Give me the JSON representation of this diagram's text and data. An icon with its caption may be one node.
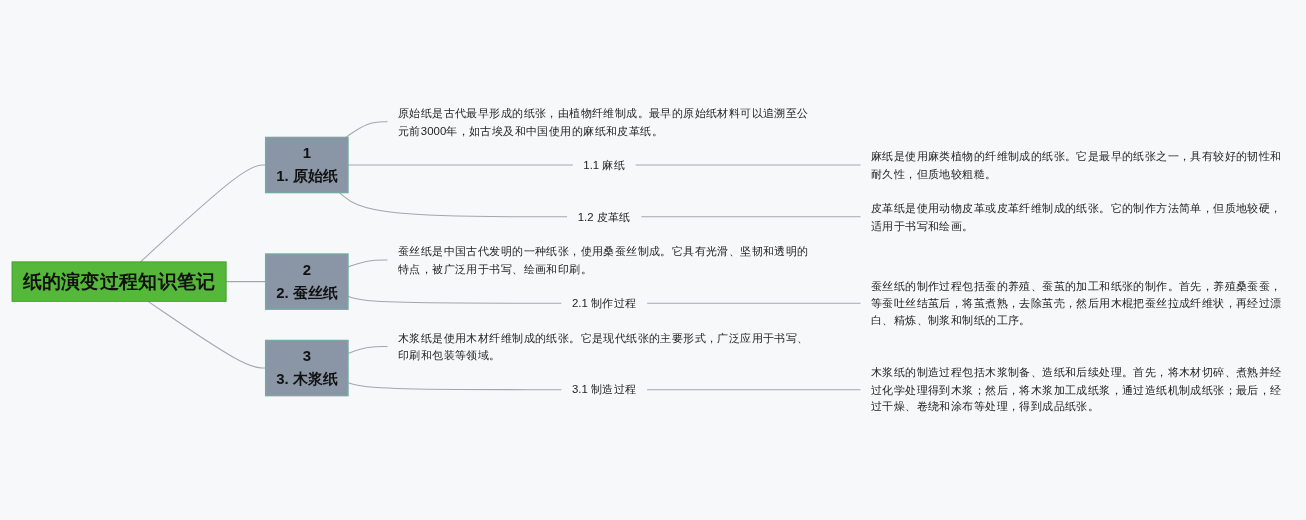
{
  "diagram": {
    "nodes": [
      {
        "text": [
          "纸的演变过程知识笔记"
        ]
      },
      {
        "text": [
          "1",
          "1. 原始纸"
        ]
      },
      {
        "text": [
          "原始纸是古代最早形成的纸张，由植物纤维制成。最早的原始纸材料可以追溯至公元前3000年，如古埃及和中国使用的麻纸和皮革纸。"
        ]
      },
      {
        "text": [
          "1.1 麻纸"
        ]
      },
      {
        "text": [
          "麻纸是使用麻类植物的纤维制成的纸张。它是最早的纸张之一，具有较好的韧性和耐久性，但质地较粗糙。"
        ]
      },
      {
        "text": [
          "1.2 皮革纸"
        ]
      },
      {
        "text": [
          "皮革纸是使用动物皮革或皮革纤维制成的纸张。它的制作方法简单，但质地较硬，适用于书写和绘画。"
        ]
      },
      {
        "text": [
          "2",
          "2. 蚕丝纸"
        ]
      },
      {
        "text": [
          "蚕丝纸是中国古代发明的一种纸张，使用桑蚕丝制成。它具有光滑、坚韧和透明的特点，被广泛用于书写、绘画和印刷。"
        ]
      },
      {
        "text": [
          "2.1 制作过程"
        ]
      },
      {
        "text": [
          "蚕丝纸的制作过程包括蚕的养殖、蚕茧的加工和纸张的制作。首先，养殖桑蚕蚕，等蚕吐丝结茧后，将茧煮熟，去除茧壳，然后用木棍把蚕丝拉成纤维状，再经过漂白、精炼、制浆和制纸的工序。"
        ]
      },
      {
        "text": [
          "3",
          "3. 木浆纸"
        ]
      },
      {
        "text": [
          "木浆纸是使用木材纤维制成的纸张。它是现代纸张的主要形式，广泛应用于书写、印刷和包装等领域。"
        ]
      },
      {
        "text": [
          "3.1 制造过程"
        ]
      },
      {
        "text": [
          "木浆纸的制造过程包括木浆制备、造纸和后续处理。首先，将木材切碎、煮熟并经过化学处理得到木浆；然后，将木浆加工成纸浆，通过造纸机制成纸张；最后，经过干燥、卷绕和涂布等处理，得到成品纸张。"
        ]
      }
    ],
    "edges": [
      {
        "from": 0,
        "to": 1,
        "arrow": "none"
      },
      {
        "from": 1,
        "to": 2,
        "arrow": "none"
      },
      {
        "from": 1,
        "to": 3,
        "arrow": "none"
      },
      {
        "from": 3,
        "to": 4,
        "arrow": "none"
      },
      {
        "from": 1,
        "to": 5,
        "arrow": "none"
      },
      {
        "from": 5,
        "to": 6,
        "arrow": "none"
      },
      {
        "from": 0,
        "to": 7,
        "arrow": "none"
      },
      {
        "from": 7,
        "to": 8,
        "arrow": "none"
      },
      {
        "from": 7,
        "to": 9,
        "arrow": "none"
      },
      {
        "from": 9,
        "to": 10,
        "arrow": "none"
      },
      {
        "from": 0,
        "to": 11,
        "arrow": "none"
      },
      {
        "from": 11,
        "to": 12,
        "arrow": "none"
      },
      {
        "from": 11,
        "to": 13,
        "arrow": "none"
      },
      {
        "from": 13,
        "to": 14,
        "arrow": "none"
      }
    ]
  }
}
